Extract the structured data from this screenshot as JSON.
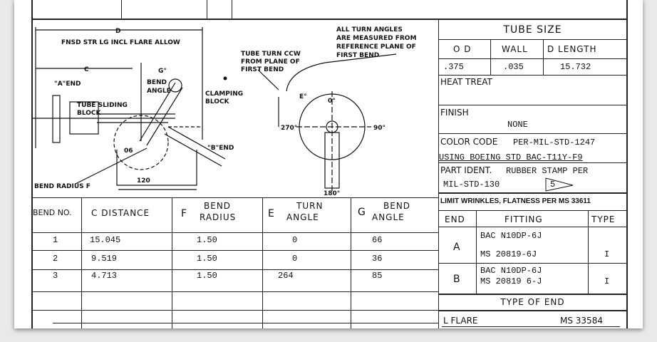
{
  "diagram": {
    "d_label": "D",
    "d_note": "FNSD STR LG INCL FLARE ALLOW",
    "c_label": "C",
    "g_label": "G°",
    "a_end": "\"A\"END",
    "b_end": "\"B\"END",
    "bend_angle_1": "BEND",
    "bend_angle_2": "ANGLE",
    "sliding_1": "TUBE SLIDING",
    "sliding_2": "BLOCK",
    "clamp_1": "CLAMPING",
    "clamp_2": "BLOCK",
    "bend_radius": "BEND RADIUS F",
    "die_label": "120",
    "die_small": "06",
    "turn_1": "TUBE TURN CCW",
    "turn_2": "FROM PLANE OF",
    "turn_3": "FIRST BEND",
    "e_label": "E°",
    "all_1": "ALL TURN ANGLES",
    "all_2": "ARE MEASURED FROM",
    "all_3": "REFERENCE PLANE OF",
    "all_4": "FIRST BEND",
    "deg0": "0°",
    "deg90": "90°",
    "deg180": "180°",
    "deg270": "270°"
  },
  "bend_table": {
    "headers": {
      "bend_no": "BEND NO.",
      "c_distance": "C DISTANCE",
      "f": "F",
      "f_1": "BEND",
      "f_2": "RADIUS",
      "e": "E",
      "e_1": "TURN",
      "e_2": "ANGLE",
      "g": "G",
      "g_1": "BEND",
      "g_2": "ANGLE"
    },
    "rows": [
      {
        "no": "1",
        "c": "15.045",
        "f": "1.50",
        "e": "0",
        "g": "66"
      },
      {
        "no": "2",
        "c": "9.519",
        "f": "1.50",
        "e": "0",
        "g": "36"
      },
      {
        "no": "3",
        "c": "4.713",
        "f": "1.50",
        "e": "264",
        "g": "85"
      }
    ]
  },
  "tube_size": {
    "title": "TUBE SIZE",
    "od_label": "O D",
    "wall_label": "WALL",
    "length_label": "D LENGTH",
    "od": ".375",
    "wall": ".035",
    "length": "15.732"
  },
  "heat_treat": "HEAT TREAT",
  "finish": {
    "label": "FINISH",
    "value": "NONE"
  },
  "color_code": {
    "label": "COLOR CODE",
    "value": "PER-MIL-STD-1247",
    "line2": "USING BOEING STD BAC-T11Y-F9"
  },
  "part_ident": {
    "label": "PART IDENT.",
    "value": "RUBBER STAMP PER",
    "line2": "MIL-STD-130",
    "flag": "5"
  },
  "limit": "LIMIT WRINKLES, FLATNESS PER MS 33611",
  "fitting_table": {
    "headers": {
      "end": "END",
      "fitting": "FITTING",
      "type": "TYPE"
    },
    "rows": [
      {
        "end": "A",
        "fitting_1": "BAC N10DP-6J",
        "fitting_2": "MS 20819-6J",
        "type": "I"
      },
      {
        "end": "B",
        "fitting_1": "BAC N10DP-6J",
        "fitting_2": "MS 20819 6-J",
        "type": "I"
      }
    ]
  },
  "type_of_end": {
    "title": "TYPE OF END",
    "value": "L FLARE",
    "spec": "MS 33584"
  }
}
